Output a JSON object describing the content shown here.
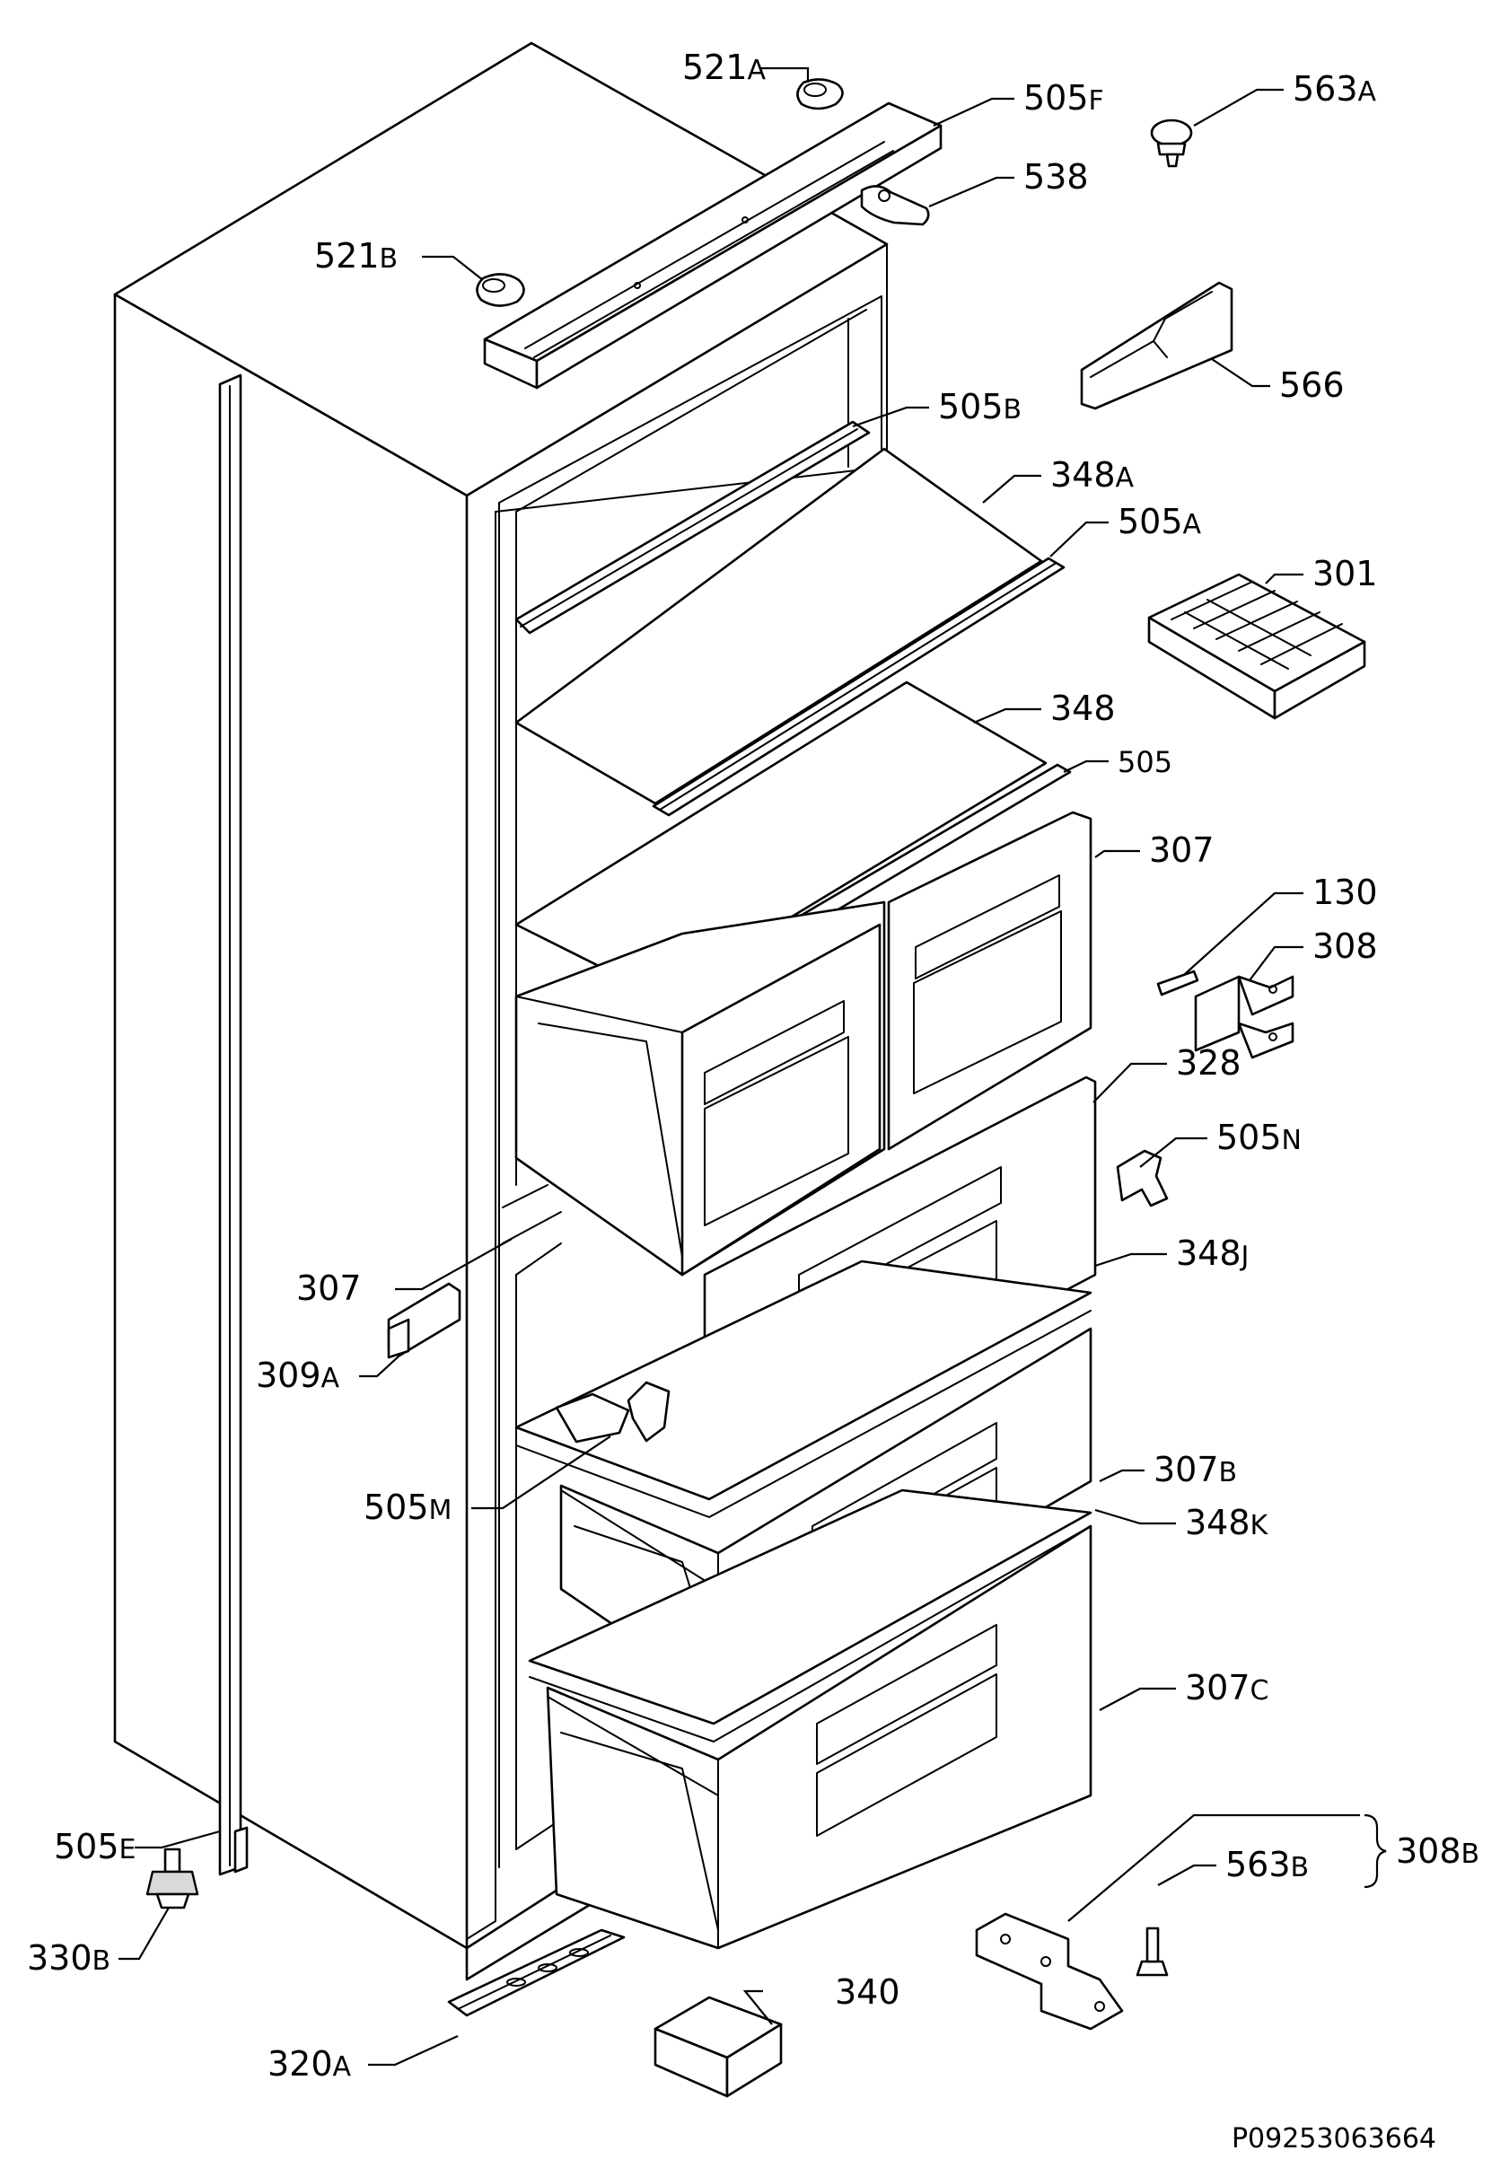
{
  "diagram": {
    "reference_code": "P09253063664",
    "callouts": [
      {
        "id": "521A",
        "num": "521",
        "suf": "A"
      },
      {
        "id": "505F",
        "num": "505",
        "suf": "F"
      },
      {
        "id": "563A",
        "num": "563",
        "suf": "A"
      },
      {
        "id": "538",
        "num": "538",
        "suf": ""
      },
      {
        "id": "521B",
        "num": "521",
        "suf": "B"
      },
      {
        "id": "566",
        "num": "566",
        "suf": ""
      },
      {
        "id": "505B",
        "num": "505",
        "suf": "B"
      },
      {
        "id": "348A",
        "num": "348",
        "suf": "A"
      },
      {
        "id": "505A",
        "num": "505",
        "suf": "A"
      },
      {
        "id": "301",
        "num": "301",
        "suf": ""
      },
      {
        "id": "348",
        "num": "348",
        "suf": ""
      },
      {
        "id": "505",
        "num": "505",
        "suf": ""
      },
      {
        "id": "307",
        "num": "307",
        "suf": ""
      },
      {
        "id": "130",
        "num": "130",
        "suf": ""
      },
      {
        "id": "308",
        "num": "308",
        "suf": ""
      },
      {
        "id": "328",
        "num": "328",
        "suf": ""
      },
      {
        "id": "505N",
        "num": "505",
        "suf": "N"
      },
      {
        "id": "307-left",
        "num": "307",
        "suf": ""
      },
      {
        "id": "348J",
        "num": "348",
        "suf": "J"
      },
      {
        "id": "309A",
        "num": "309",
        "suf": "A"
      },
      {
        "id": "505M",
        "num": "505",
        "suf": "M"
      },
      {
        "id": "307B",
        "num": "307",
        "suf": "B"
      },
      {
        "id": "348K",
        "num": "348",
        "suf": "K"
      },
      {
        "id": "307C",
        "num": "307",
        "suf": "C"
      },
      {
        "id": "308B",
        "num": "308",
        "suf": "B"
      },
      {
        "id": "563B",
        "num": "563",
        "suf": "B"
      },
      {
        "id": "505E",
        "num": "505",
        "suf": "E"
      },
      {
        "id": "330B",
        "num": "330",
        "suf": "B"
      },
      {
        "id": "340",
        "num": "340",
        "suf": ""
      },
      {
        "id": "320A",
        "num": "320",
        "suf": "A"
      }
    ]
  }
}
